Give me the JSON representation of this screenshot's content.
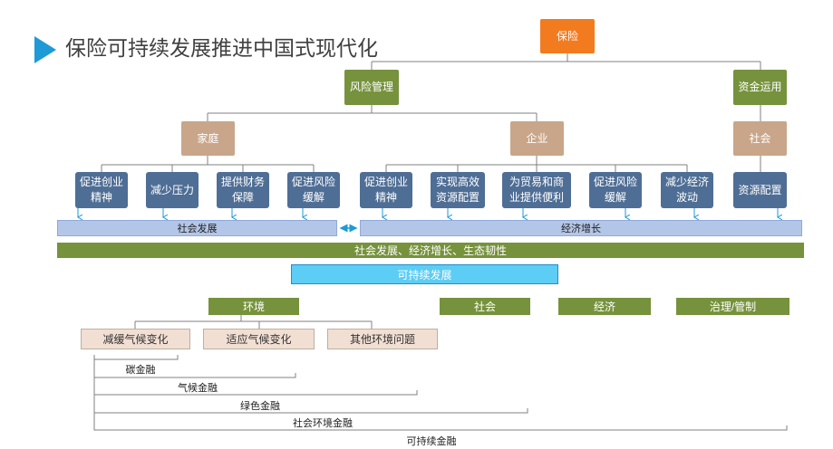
{
  "title": "保险可持续发展推进中国式现代化",
  "root": "保险",
  "level2": {
    "risk": "风险管理",
    "capital": "资金运用"
  },
  "level3": {
    "family": "家庭",
    "enterprise": "企业",
    "society": "社会"
  },
  "level4": [
    "促进创业\n精神",
    "减少压力",
    "提供财务\n保障",
    "促进风险\n缓解",
    "促进创业\n精神",
    "实现高效\n资源配置",
    "为贸易和商\n业提供便利",
    "促进风险\n缓解",
    "减少经济\n波动",
    "资源配置"
  ],
  "bars": {
    "social_dev": "社会发展",
    "econ_growth": "经济增长"
  },
  "band": "社会发展、经济增长、生态韧性",
  "sustainable": "可持续发展",
  "pillars": [
    "环境",
    "社会",
    "经济",
    "治理/管制"
  ],
  "env_items": [
    "减缓气候变化",
    "适应气候变化",
    "其他环境问题"
  ],
  "finance": [
    "碳金融",
    "气候金融",
    "绿色金融",
    "社会环境金融",
    "可持续金融"
  ],
  "colors": {
    "arrow": "#1e9ad6",
    "line": "#7f7f7f"
  }
}
